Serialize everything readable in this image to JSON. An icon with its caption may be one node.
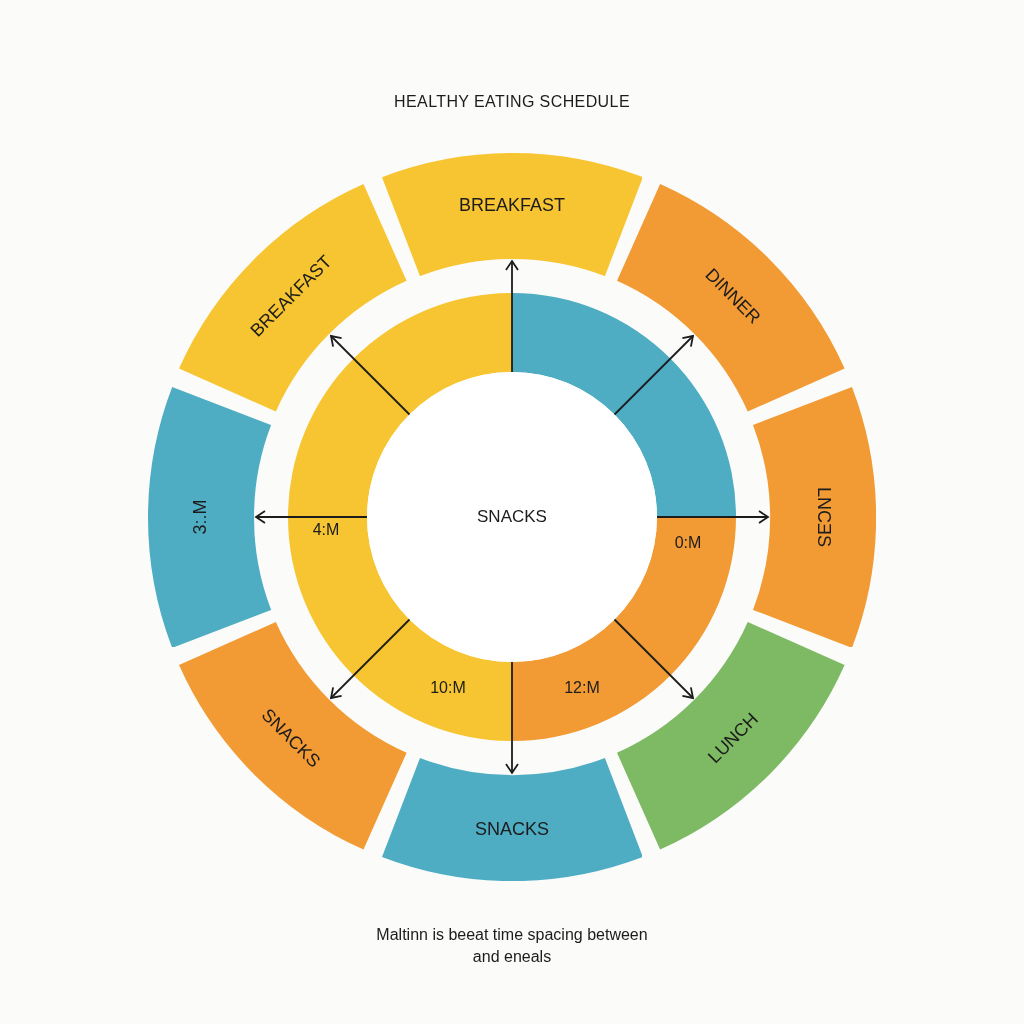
{
  "diagram": {
    "title": "HEALTHY EATING SCHEDULE",
    "caption": "Maltinn is beeat time spacing between and eneals",
    "nodes": [
      {
        "text": [
          "BREAKFAST"
        ]
      },
      {
        "text": [
          "DINNER"
        ]
      },
      {
        "text": [
          "LNCƎS"
        ]
      },
      {
        "text": [
          "LUNCH"
        ]
      },
      {
        "text": [
          "SNACKS"
        ]
      },
      {
        "text": [
          "SNACKS"
        ]
      },
      {
        "text": [
          "3:.M"
        ]
      },
      {
        "text": [
          "BREAKFAST"
        ]
      },
      {
        "text": [
          "SNACKS"
        ]
      }
    ],
    "edges": [
      {
        "from": 8,
        "to": 0,
        "arrow": "to"
      },
      {
        "from": 8,
        "to": 1,
        "arrow": "to"
      },
      {
        "from": 8,
        "to": 2,
        "arrow": "to"
      },
      {
        "from": 8,
        "to": 3,
        "arrow": "to"
      },
      {
        "from": 8,
        "to": 4,
        "arrow": "to"
      },
      {
        "from": 8,
        "to": 5,
        "arrow": "to"
      },
      {
        "from": 8,
        "to": 6,
        "arrow": "to"
      },
      {
        "from": 8,
        "to": 7,
        "arrow": "to"
      }
    ],
    "labels": [
      "4:M",
      "0:M",
      "10:M",
      "12:M"
    ]
  }
}
